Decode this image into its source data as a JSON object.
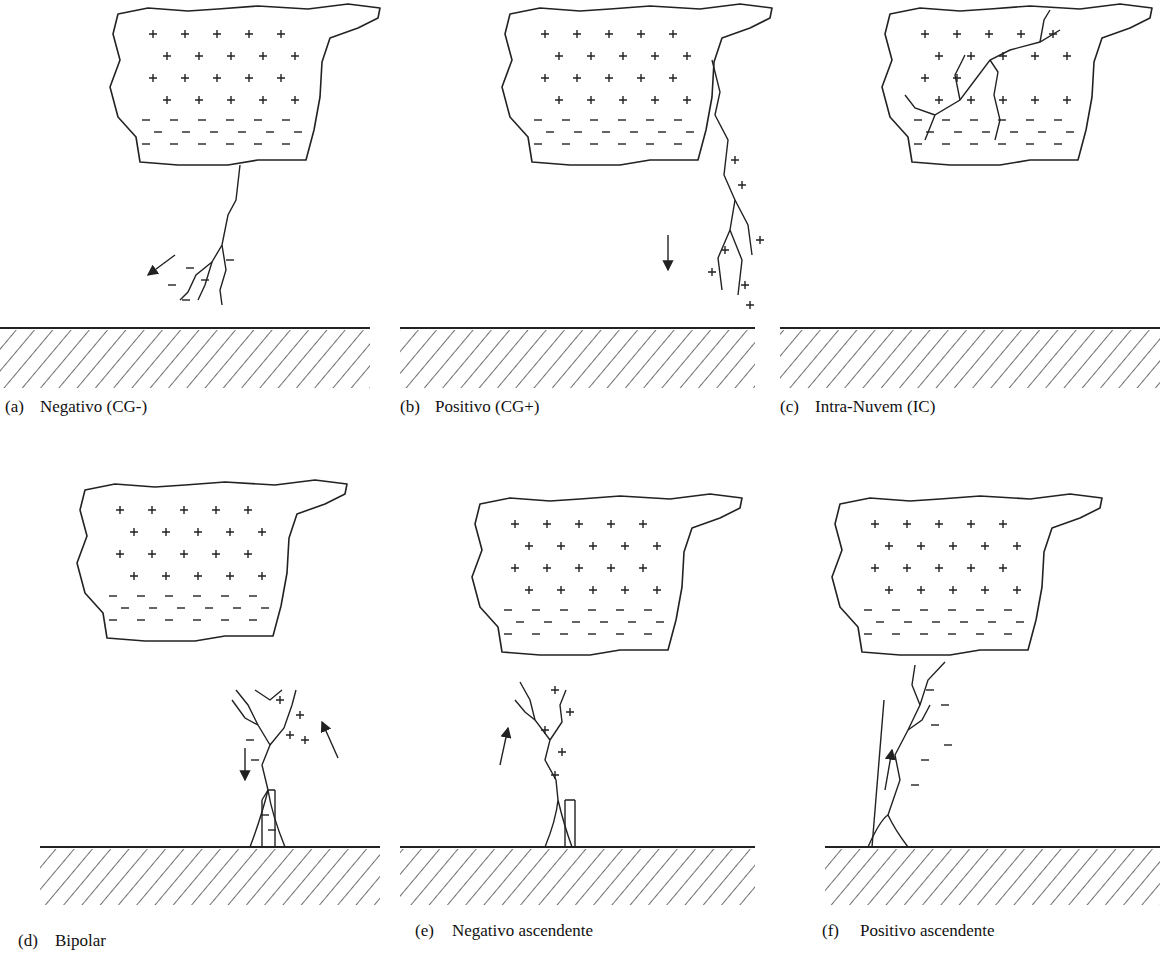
{
  "diagram": {
    "labels": [
      "(a)",
      "Negativo (CG-)",
      "(b)",
      "Positivo (CG+)",
      "(c)",
      "Intra-Nuvem (IC)",
      "(d)",
      "Bipolar",
      "(e)",
      "Negativo ascendente",
      "(f)",
      "Positivo ascendente"
    ]
  }
}
